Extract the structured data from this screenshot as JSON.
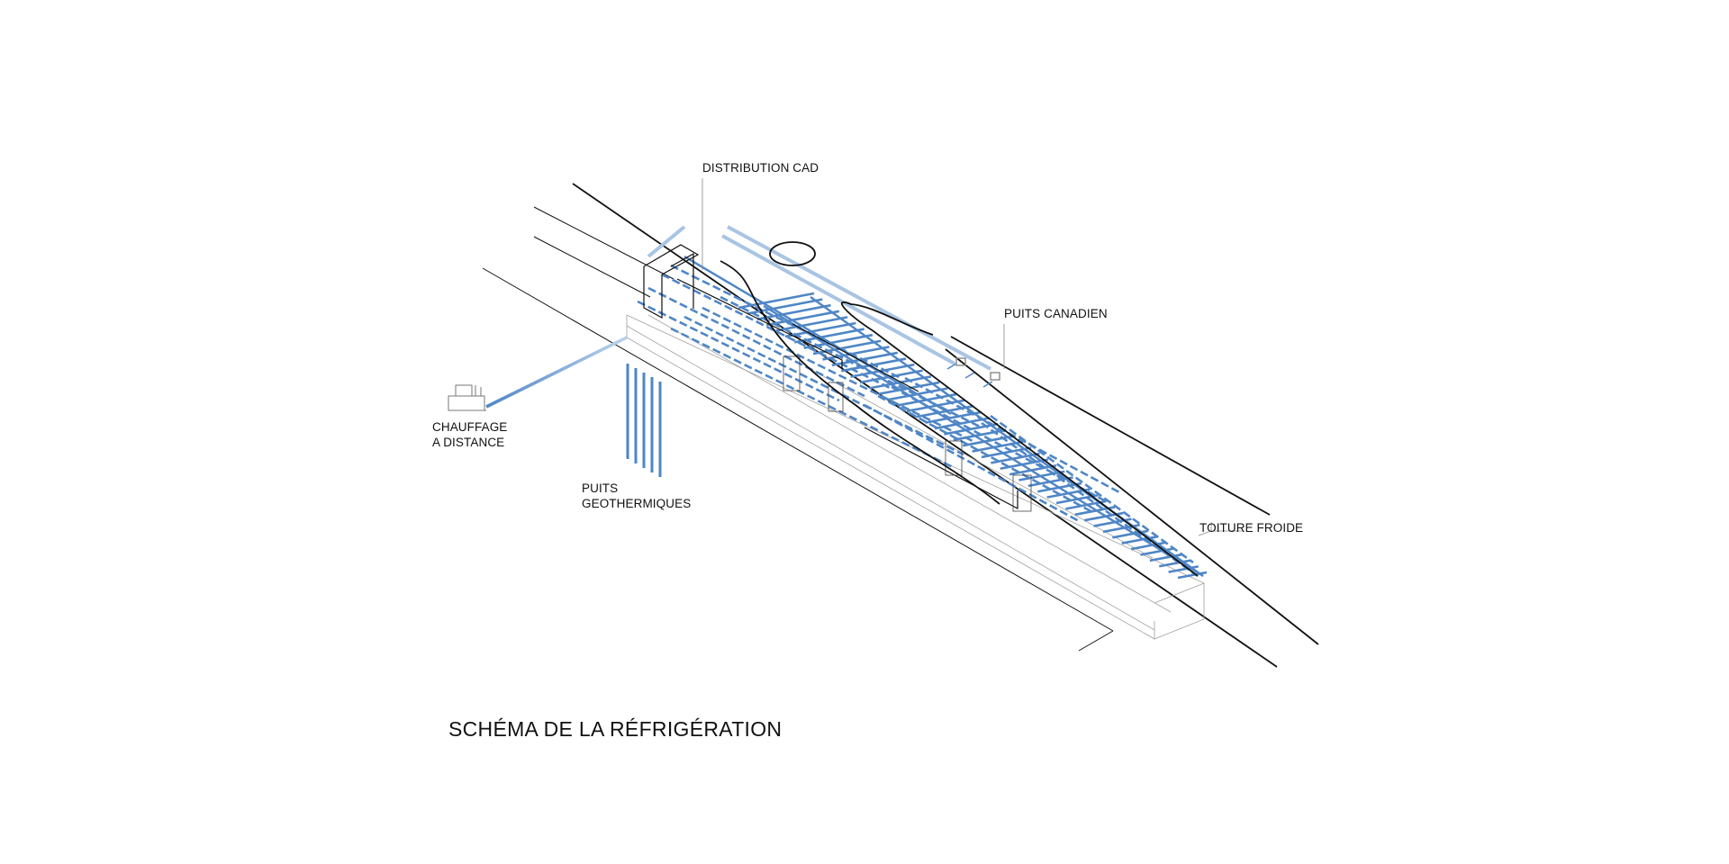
{
  "diagram": {
    "title": "SCHÉMA DE LA RÉFRIGÉRATION",
    "labels": {
      "distribution_cad": "DISTRIBUTION CAD",
      "puits_canadien": "PUITS CANADIEN",
      "chauffage_line1": "CHAUFFAGE",
      "chauffage_line2": "A DISTANCE",
      "puits_geo_line1": "PUITS",
      "puits_geo_line2": "GEOTHERMIQUES",
      "toiture_froide": "TOITURE FROIDE"
    },
    "colors": {
      "pipe_blue": "#4f86c6",
      "pipe_light_blue": "#a9c4e4",
      "structure_grey": "#9a9a9a",
      "line_black": "#111111"
    }
  }
}
